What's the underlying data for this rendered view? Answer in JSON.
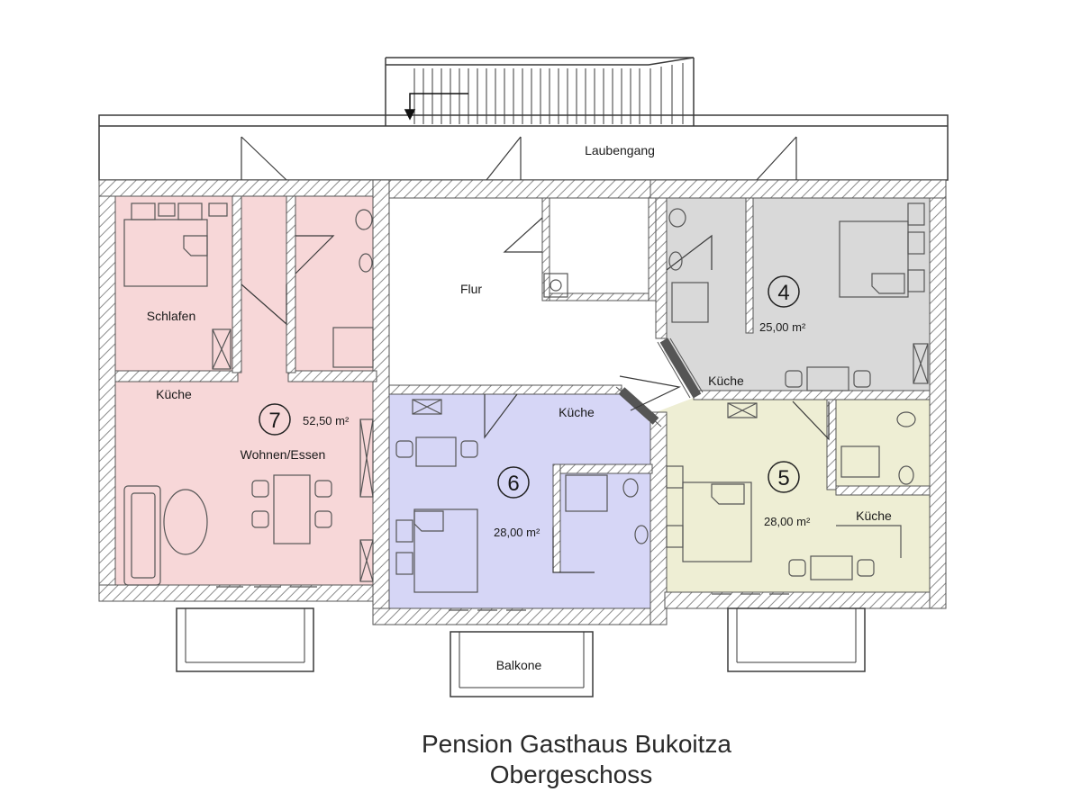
{
  "plan": {
    "title_line1": "Pension Gasthaus Bukoitza",
    "title_line2": "Obergeschoss",
    "labels": {
      "laubengang": "Laubengang",
      "flur": "Flur",
      "schlafen": "Schlafen",
      "kueche_7": "Küche",
      "kueche_4": "Küche",
      "kueche_6": "Küche",
      "kueche_5": "Küche",
      "wohnen_essen": "Wohnen/Essen",
      "balkone": "Balkone"
    },
    "units": [
      {
        "id": "7",
        "number": "7",
        "area": "52,50 m²",
        "color": "#f7d7d8"
      },
      {
        "id": "4",
        "number": "4",
        "area": "25,00 m²",
        "color": "#d9d9d9"
      },
      {
        "id": "6",
        "number": "6",
        "area": "28,00 m²",
        "color": "#d6d6f6"
      },
      {
        "id": "5",
        "number": "5",
        "area": "28,00 m²",
        "color": "#eeeed4"
      }
    ],
    "colors": {
      "wall": "#6b6b6b",
      "hatch": "#9a9a9a",
      "line": "#3a3a3a",
      "furniture": "#555555"
    }
  }
}
